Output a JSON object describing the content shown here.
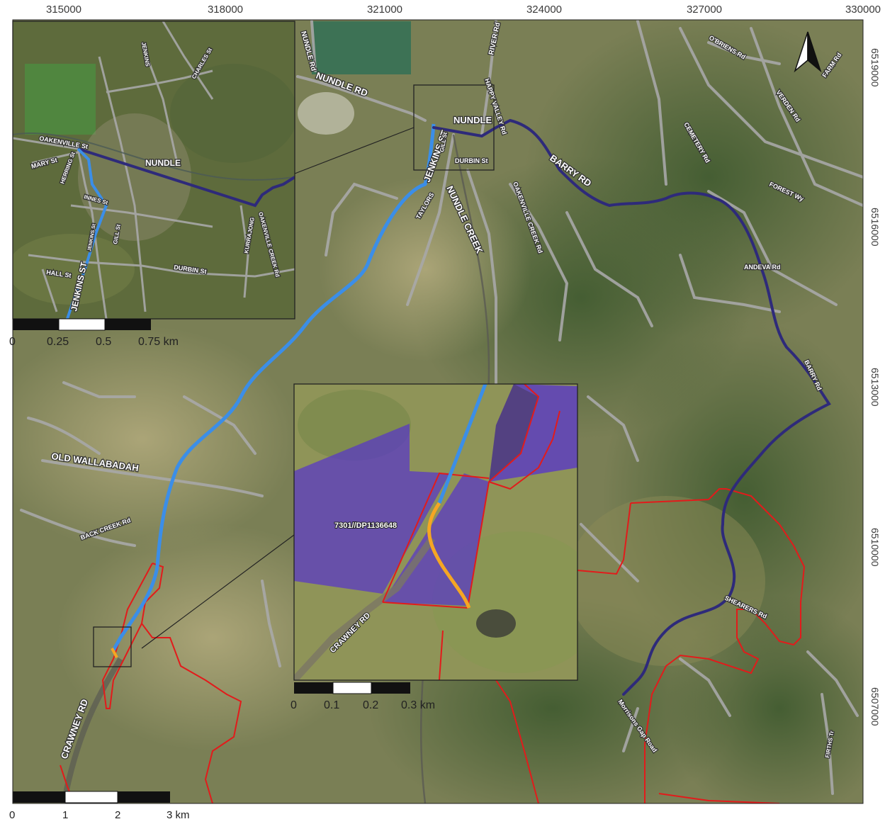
{
  "grid": {
    "x_ticks": [
      "315000",
      "318000",
      "321000",
      "324000",
      "327000",
      "330000"
    ],
    "y_ticks": [
      "6519000",
      "6516000",
      "6513000",
      "6510000",
      "6507000"
    ]
  },
  "north_arrow": {
    "icon": "north-arrow-icon"
  },
  "main_map": {
    "labels": {
      "nundle_rd_1": "NUNDLE Rd",
      "nundle_rd_2": "NUNDLE RD",
      "river_rd": "RIVER Rd",
      "happy_valley": "HAPPY VALLEY Rd",
      "nundle": "NUNDLE",
      "jenkins_st": "JENKINS ST",
      "gill_st": "GILL St",
      "durbin_st": "DURBIN St",
      "barry_rd": "BARRY RD",
      "oakenville": "OAKENVILLE CREEK Rd",
      "taylors": "TAYLORS",
      "nundle_creek": "NUNDLE CREEK",
      "cemetery_rd": "CEMETERY Rd",
      "verden_rd": "VERDEN Rd",
      "obriens_rd": "O'BRIENS Rd",
      "farm_rd": "FARM Rd",
      "forest_wy": "FOREST Wy",
      "andeva_rd": "ANDEVA Rd",
      "barry_rd_2": "BARRY Rd",
      "old_wallabadah": "OLD WALLABADAH",
      "back_creek": "BACK CREEK Rd",
      "crawney_rd": "CRAWNEY RD",
      "shearers_rd": "SHEARERS Rd",
      "morrisons_gap": "Morrisons Gap Road",
      "firths_tr": "FIRTHS Tr"
    },
    "scale": {
      "labels": [
        "0",
        "1",
        "2",
        "3 km"
      ]
    }
  },
  "inset_town": {
    "labels": {
      "oakenville_st": "OAKENVILLE St",
      "mary_st": "MARY St",
      "herring_st": "HERRING St",
      "nundle": "NUNDLE",
      "innes_st": "INNES St",
      "jenkins_st_small": "JENKINS St",
      "gill_st": "GILL St",
      "hall_st": "HALL St",
      "jenkins_st": "JENKINS ST",
      "durbin_st": "DURBIN St",
      "kurrajong": "KURRAJONG",
      "oakenville_creek": "OAKENVILLE CREEK Rd",
      "jenkins_top": "JENKINS",
      "charles_st": "CHARLES St"
    },
    "scale": {
      "labels": [
        "0",
        "0.25",
        "0.5",
        "0.75 km"
      ]
    }
  },
  "inset_site": {
    "lot_label": "7301//DP1136648",
    "crawney_rd": "CRAWNEY RD",
    "scale": {
      "labels": [
        "0",
        "0.1",
        "0.2",
        "0.3 km"
      ]
    }
  },
  "colors": {
    "route_light_blue": "#3b8ee8",
    "route_dark_blue": "#2e2a7a",
    "route_orange": "#f5a623",
    "boundary_red": "#e21b1b",
    "lot_fill": "#5533cc",
    "road_grey": "#a8a8a8"
  }
}
